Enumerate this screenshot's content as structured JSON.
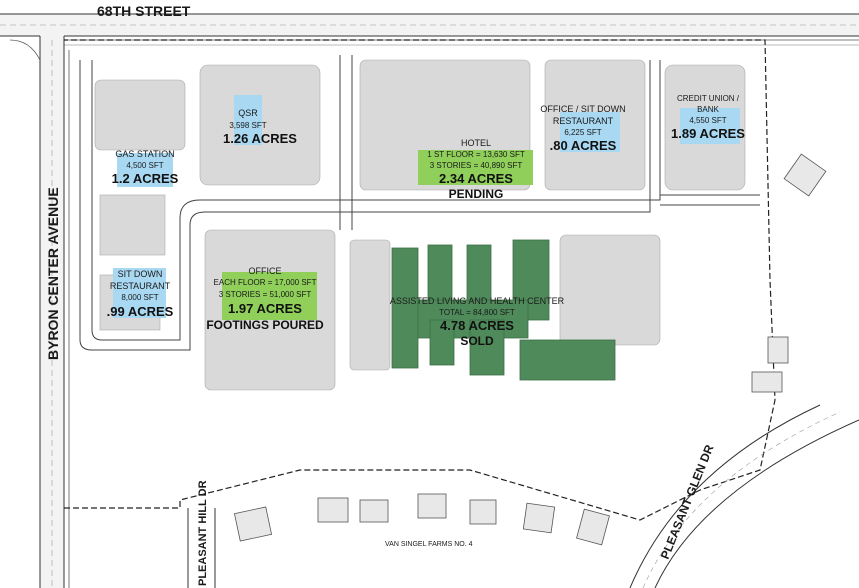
{
  "roads": {
    "street_68": "68TH STREET",
    "byron": "BYRON CENTER AVENUE",
    "pleasant_hill": "PLEASANT HILL DR",
    "pleasant_glen": "PLEASANT GLEN DR",
    "subdivision": "VAN SINGEL FARMS NO. 4"
  },
  "parcels": {
    "gas_station": {
      "name": "GAS STATION",
      "sft": "4,500 SFT",
      "acres": "1.2 ACRES"
    },
    "qsr": {
      "name": "QSR",
      "sft": "3,598 SFT",
      "acres": "1.26 ACRES"
    },
    "hotel": {
      "name": "HOTEL",
      "line1": "1 ST FLOOR = 13,630 SFT",
      "line2": "3 STORIES = 40,890 SFT",
      "acres": "2.34 ACRES",
      "status": "PENDING"
    },
    "office_restaurant": {
      "name1": "OFFICE / SIT DOWN",
      "name2": "RESTAURANT",
      "sft": "6,225 SFT",
      "acres": ".80 ACRES"
    },
    "credit_union": {
      "name1": "CREDIT UNION /",
      "name2": "BANK",
      "sft": "4,550 SFT",
      "acres": "1.89 ACRES"
    },
    "sit_down": {
      "name1": "SIT DOWN",
      "name2": "RESTAURANT",
      "sft": "8,000 SFT",
      "acres": ".99 ACRES"
    },
    "office": {
      "name": "OFFICE",
      "line1": "EACH FLOOR = 17,000 SFT",
      "line2": "3 STORIES = 51,000 SFT",
      "acres": "1.97 ACRES",
      "status": "FOOTINGS POURED"
    },
    "assisted": {
      "name": "ASSISTED LIVING AND HEALTH CENTER",
      "total": "TOTAL = 84,800 SFT",
      "acres": "4.78 ACRES",
      "status": "SOLD"
    }
  },
  "colors": {
    "blue_label": "#a9d8f2",
    "green_label": "#8fcf5a",
    "building_green": "#4f8a5a",
    "pad_gray": "#d6d6d6",
    "road_line": "#333333"
  }
}
